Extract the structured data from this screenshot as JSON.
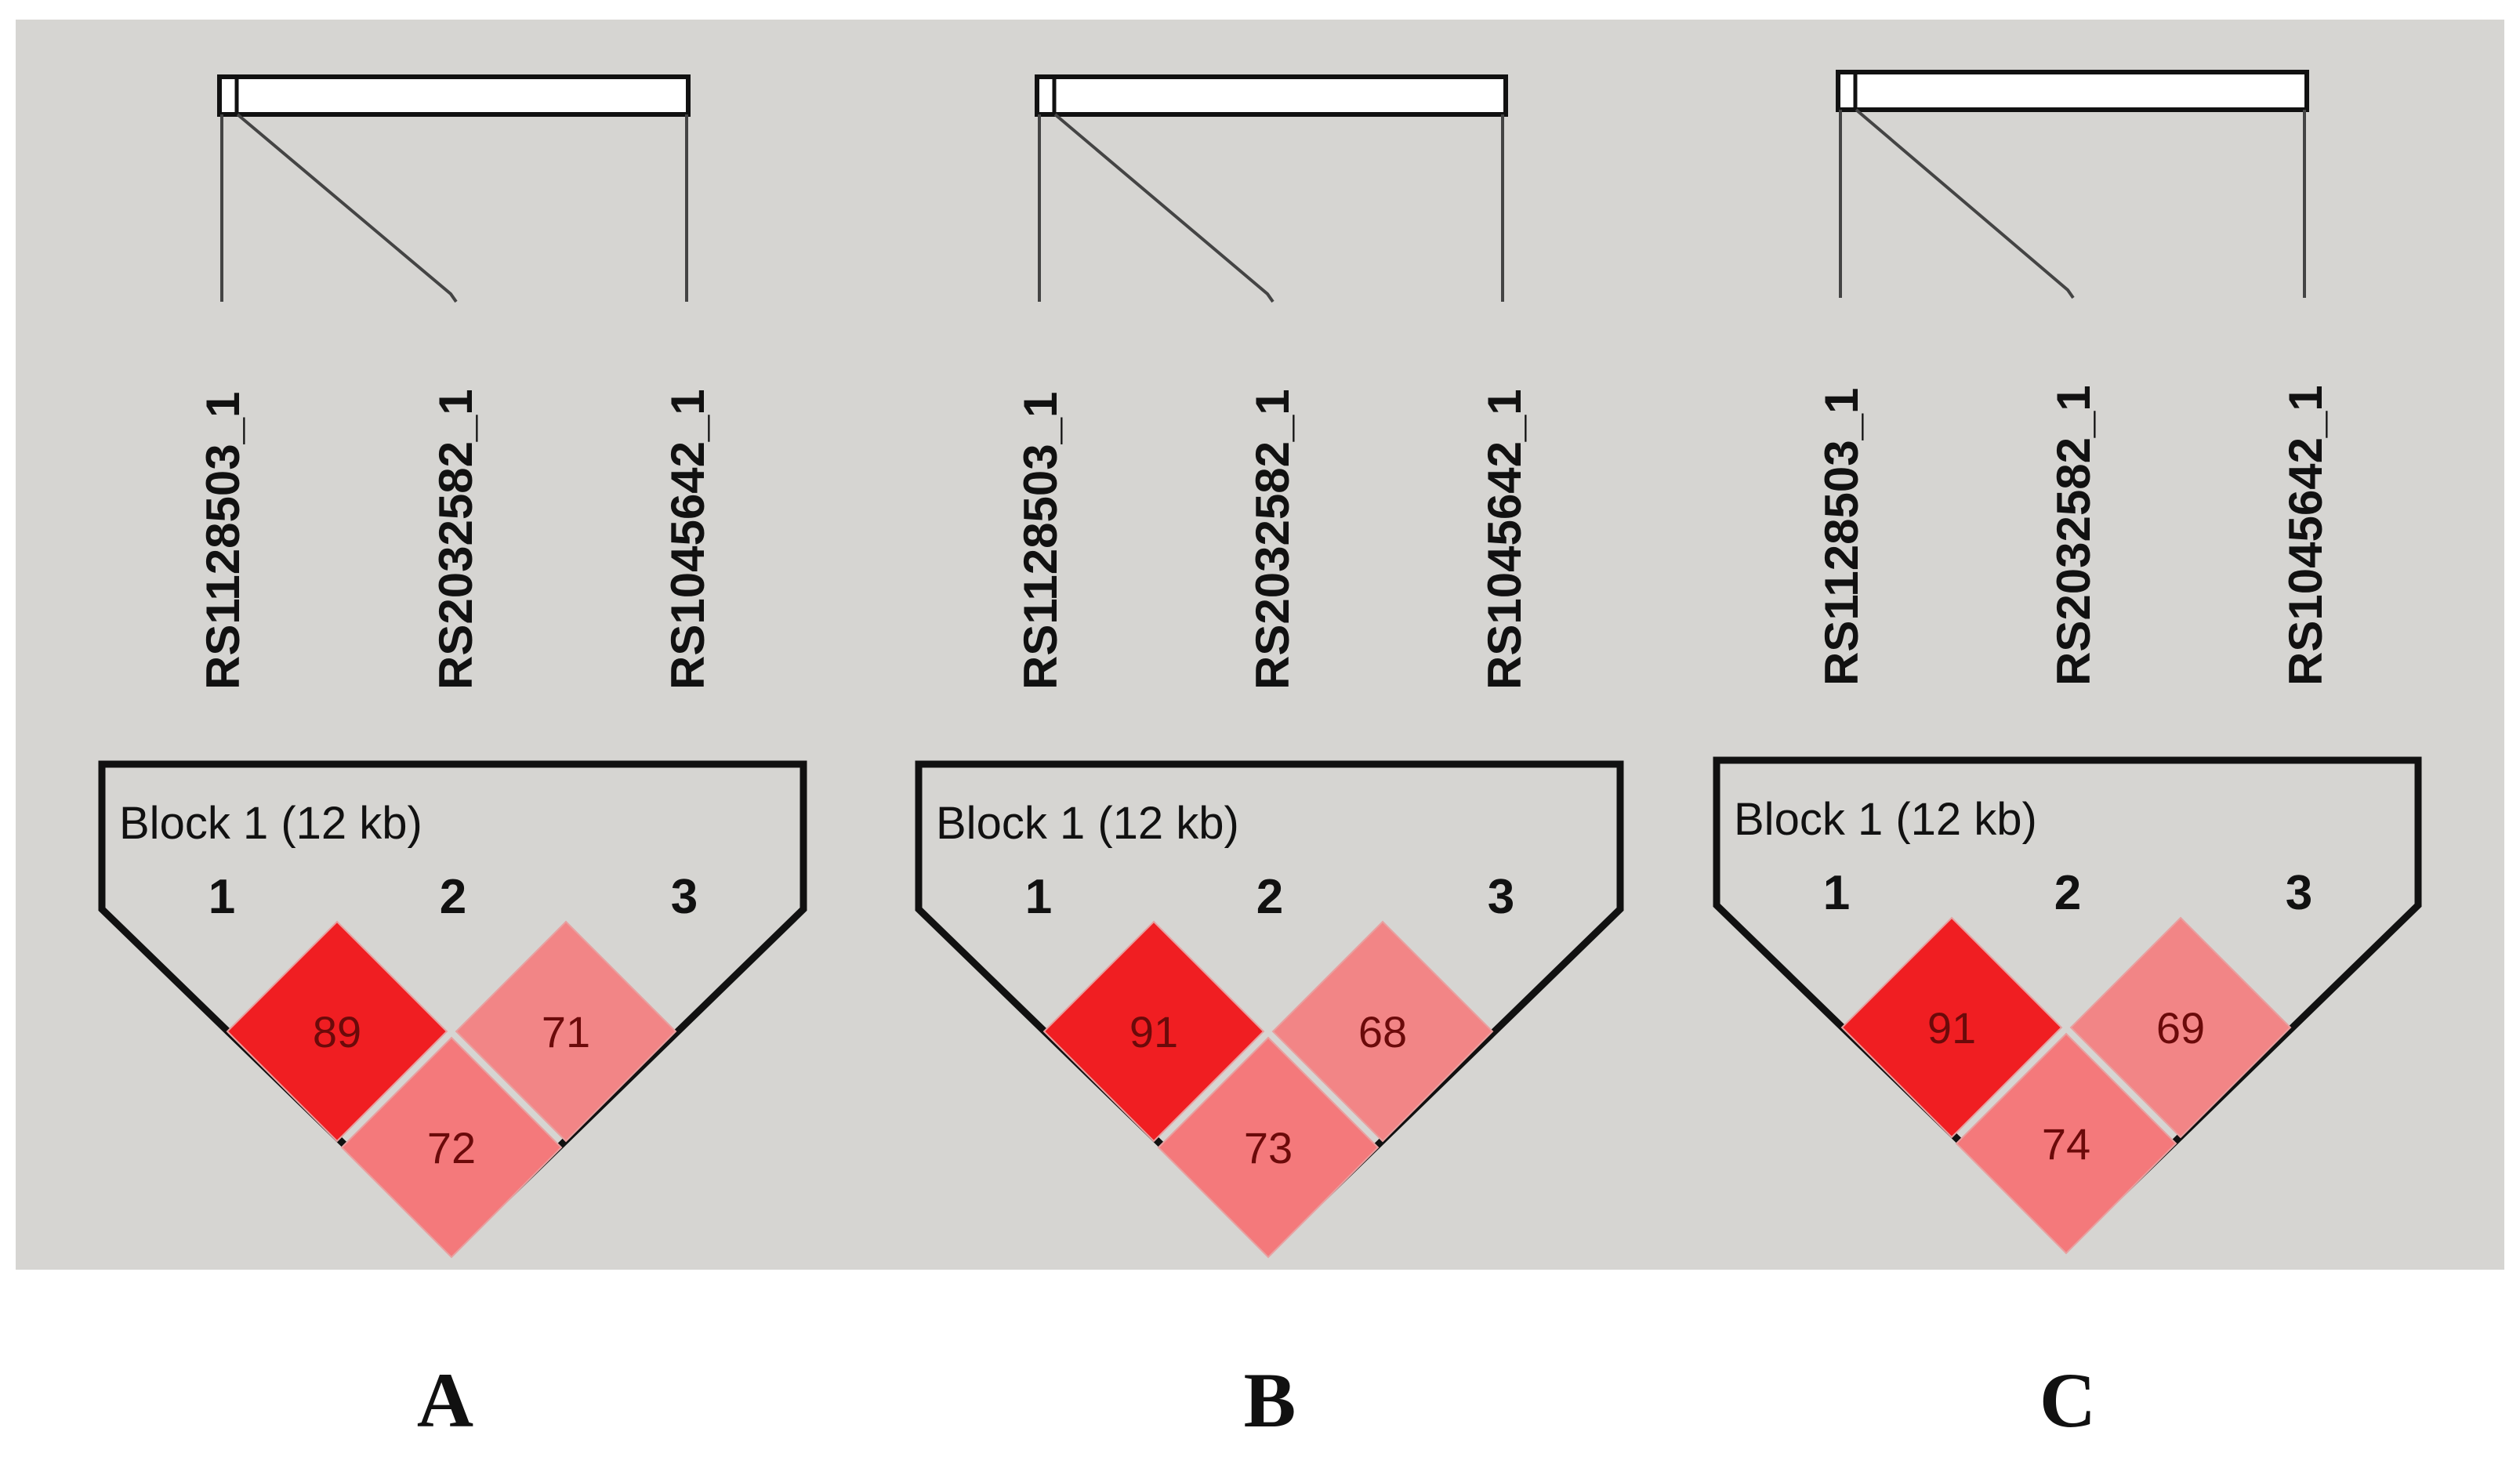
{
  "colors": {
    "background": "#d6d5d2",
    "ld_high": "#f01e22",
    "ld_mid": "#f28586",
    "ld_mid_dark": "#f4797b",
    "outline": "#111111"
  },
  "panels": [
    {
      "letter": "A",
      "snps": [
        "RS1128503_1",
        "RS2032582_1",
        "RS1045642_1"
      ],
      "block_title": "Block 1 (12 kb)",
      "marker_indices": [
        "1",
        "2",
        "3"
      ],
      "ld_values": {
        "m1_m2": "89",
        "m2_m3": "71",
        "m1_m3": "72"
      }
    },
    {
      "letter": "B",
      "snps": [
        "RS1128503_1",
        "RS2032582_1",
        "RS1045642_1"
      ],
      "block_title": "Block 1 (12 kb)",
      "marker_indices": [
        "1",
        "2",
        "3"
      ],
      "ld_values": {
        "m1_m2": "91",
        "m2_m3": "68",
        "m1_m3": "73"
      }
    },
    {
      "letter": "C",
      "snps": [
        "RS1128503_1",
        "RS2032582_1",
        "RS1045642_1"
      ],
      "block_title": "Block 1 (12 kb)",
      "marker_indices": [
        "1",
        "2",
        "3"
      ],
      "ld_values": {
        "m1_m2": "91",
        "m2_m3": "69",
        "m1_m3": "74"
      }
    }
  ]
}
